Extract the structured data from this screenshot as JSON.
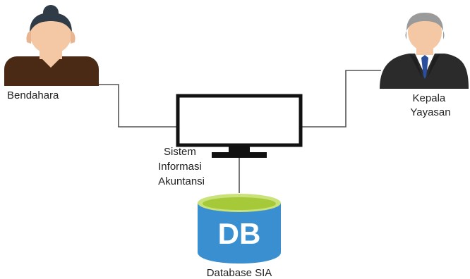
{
  "nodes": {
    "bendahara": {
      "label": "Bendahara"
    },
    "kepala_yayasan": {
      "line1": "Kepala",
      "line2": "Yayasan"
    },
    "sistem": {
      "line1": "Sistem",
      "line2": "Informasi",
      "line3": "Akuntansi"
    },
    "database": {
      "icon_text": "DB",
      "label": "Database SIA"
    }
  },
  "colors": {
    "line": "#555555",
    "db_body": "#3a8fd0",
    "db_top": "#a6c93a",
    "db_top_rim": "#c9e27a",
    "woman_hair": "#2f3b47",
    "woman_skin": "#f4c8a4",
    "woman_top": "#4a2a14",
    "man_hair": "#9a9a9a",
    "man_skin": "#f4c8a4",
    "man_suit": "#2b2b2b",
    "man_tie": "#2a4d9c",
    "monitor_stroke": "#111111"
  }
}
